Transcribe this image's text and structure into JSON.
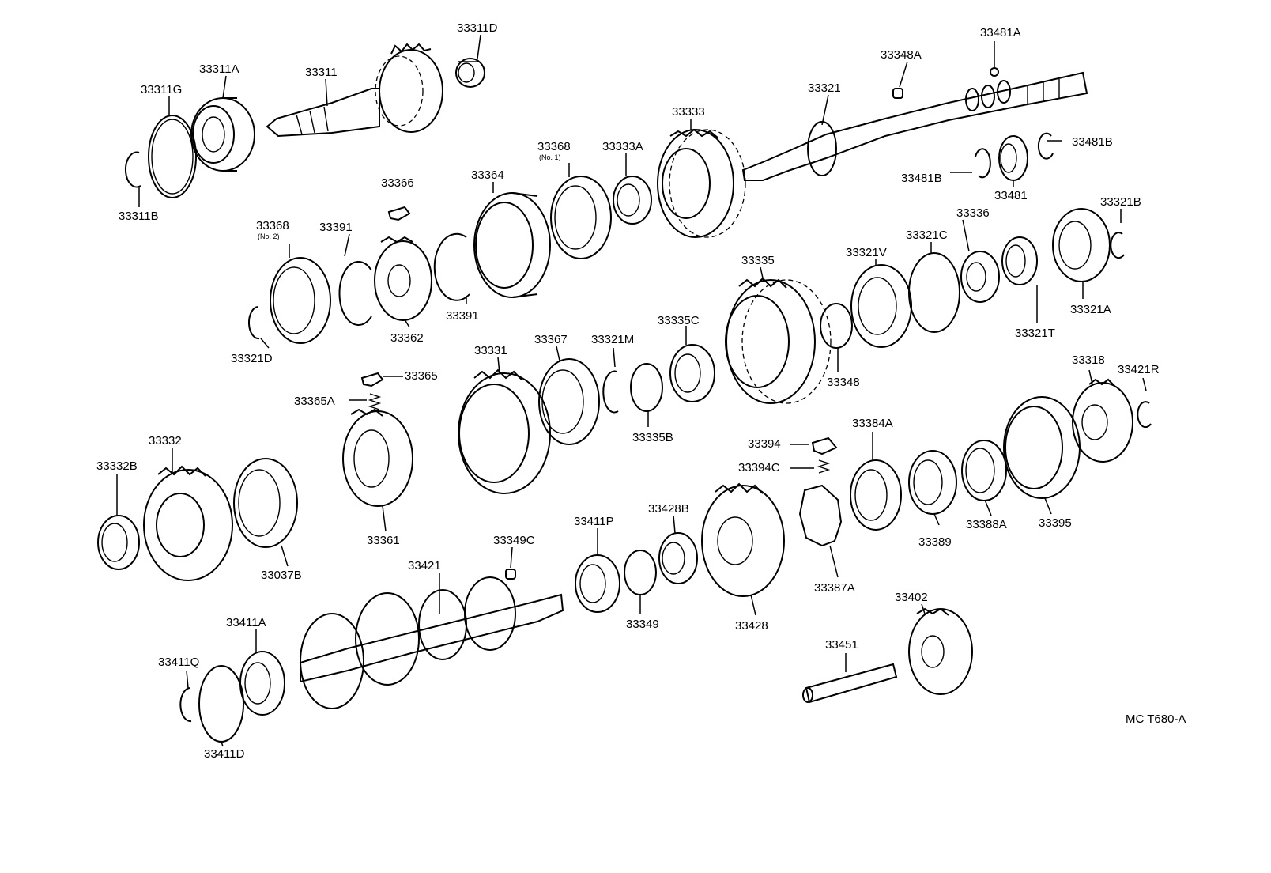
{
  "diagram_code": "MC T680-A",
  "parts": {
    "p33311D": "33311D",
    "p33311A": "33311A",
    "p33311": "33311",
    "p33311G": "33311G",
    "p33311B": "33311B",
    "p33348A": "33348A",
    "p33481A": "33481A",
    "p33321": "33321",
    "p33333": "33333",
    "p33368_1": "33368",
    "p33368_1_note": "(No. 1)",
    "p33333A": "33333A",
    "p33364": "33364",
    "p33366": "33366",
    "p33481B_right": "33481B",
    "p33481B_left": "33481B",
    "p33481": "33481",
    "p33321B": "33321B",
    "p33368_2": "33368",
    "p33368_2_note": "(No. 2)",
    "p33391_top": "33391",
    "p33391_bottom": "33391",
    "p33362": "33362",
    "p33321D": "33321D",
    "p33335": "33335",
    "p33321V": "33321V",
    "p33321C": "33321C",
    "p33336": "33336",
    "p33321A": "33321A",
    "p33321T": "33321T",
    "p33348": "33348",
    "p33331": "33331",
    "p33367": "33367",
    "p33321M": "33321M",
    "p33335C": "33335C",
    "p33335B": "33335B",
    "p33365": "33365",
    "p33365A": "33365A",
    "p33318": "33318",
    "p33421R": "33421R",
    "p33384A": "33384A",
    "p33394": "33394",
    "p33394C": "33394C",
    "p33332": "33332",
    "p33332B": "33332B",
    "p33037B": "33037B",
    "p33361": "33361",
    "p33389": "33389",
    "p33388A": "33388A",
    "p33395": "33395",
    "p33411P": "33411P",
    "p33428B": "33428B",
    "p33349C": "33349C",
    "p33421": "33421",
    "p33349": "33349",
    "p33428": "33428",
    "p33387A": "33387A",
    "p33402": "33402",
    "p33451": "33451",
    "p33411A": "33411A",
    "p33411Q": "33411Q",
    "p33411D": "33411D"
  }
}
